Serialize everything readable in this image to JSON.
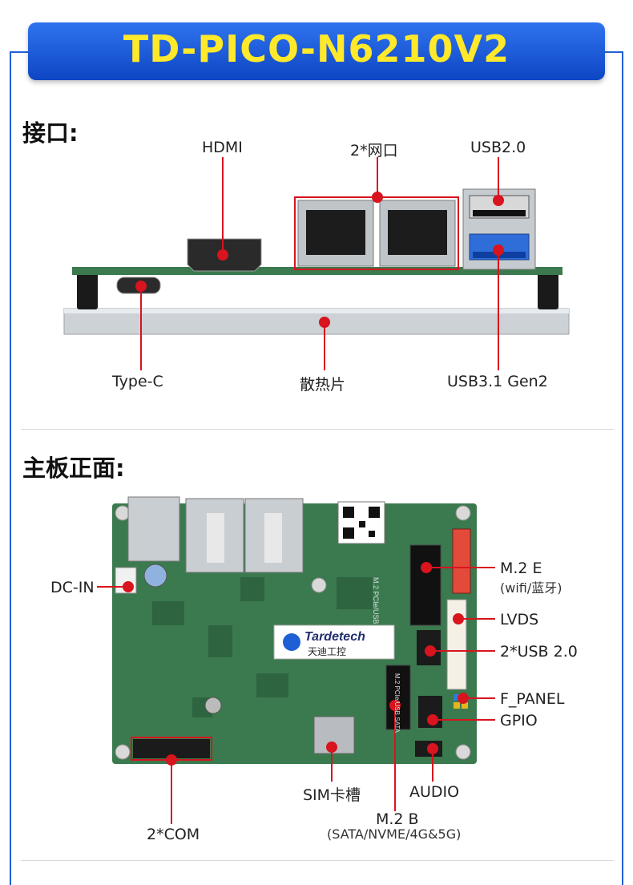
{
  "title": "TD-PICO-N6210V2",
  "sections": {
    "interfaces": "接口:",
    "board_front": "主板正面:"
  },
  "interface_labels": {
    "hdmi": "HDMI",
    "lan": "2*网口",
    "usb2": "USB2.0",
    "typec": "Type-C",
    "heatsink": "散热片",
    "usb31": "USB3.1 Gen2"
  },
  "board_labels": {
    "dcin": "DC-IN",
    "m2e": "M.2 E",
    "m2e_sub": "(wifi/蓝牙)",
    "lvds": "LVDS",
    "usb20": "2*USB 2.0",
    "fpanel": "F_PANEL",
    "gpio": "GPIO",
    "sim": "SIM卡槽",
    "audio": "AUDIO",
    "m2b": "M.2 B",
    "m2b_sub": "(SATA/NVME/4G&5G)",
    "com": "2*COM"
  },
  "board_marks": {
    "logo_text": "Tardetech",
    "logo_cn": "天迪工控",
    "m2e_slot": "M.2 PCIe/USB",
    "m2b_slot": "M.2 PCIe/USB SATA"
  },
  "colors": {
    "banner": "#1f5fd6",
    "title": "#ffe92a",
    "callout": "#d8141e",
    "pcb": "#3a7a4e",
    "heatsink": "#c9ced3"
  }
}
